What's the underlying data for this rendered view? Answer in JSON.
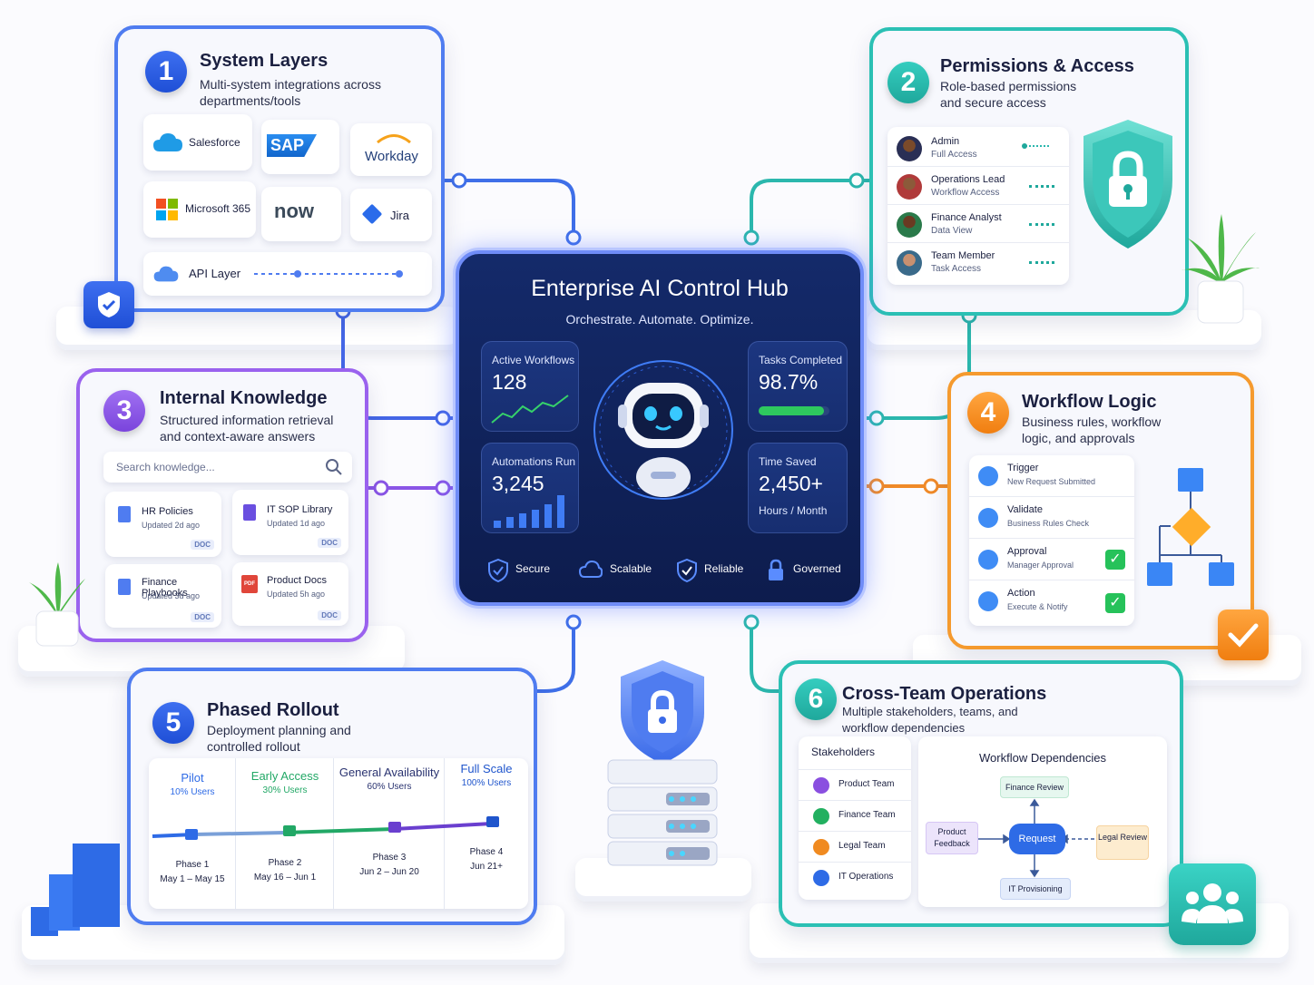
{
  "hub": {
    "title": "Enterprise AI Control Hub",
    "subtitle": "Orchestrate. Automate. Optimize.",
    "metrics": {
      "active_workflows": {
        "label": "Active Workflows",
        "value": "128"
      },
      "tasks_completed": {
        "label": "Tasks Completed",
        "value": "98.7%",
        "progress": 0.92
      },
      "automations_run": {
        "label": "Automations Run",
        "value": "3,245"
      },
      "time_saved": {
        "label": "Time Saved",
        "value": "2,450+",
        "unit": "Hours / Month"
      }
    },
    "features": [
      "Secure",
      "Scalable",
      "Reliable",
      "Governed"
    ]
  },
  "system_layers": {
    "number": "1",
    "title": "System Layers",
    "subtitle": "Multi-system integrations across departments/tools",
    "integrations": [
      "Salesforce",
      "SAP",
      "Workday",
      "Microsoft 365",
      "now",
      "Jira"
    ],
    "api_label": "API Layer"
  },
  "permissions": {
    "number": "2",
    "title": "Permissions & Access",
    "subtitle": "Role-based permissions and secure access",
    "roles": [
      {
        "name": "Admin",
        "access": "Full Access"
      },
      {
        "name": "Operations Lead",
        "access": "Workflow Access"
      },
      {
        "name": "Finance Analyst",
        "access": "Data View"
      },
      {
        "name": "Team Member",
        "access": "Task Access"
      }
    ]
  },
  "knowledge": {
    "number": "3",
    "title": "Internal Knowledge",
    "subtitle": "Structured information retrieval and context-aware answers",
    "search_placeholder": "Search knowledge...",
    "docs": [
      {
        "title": "HR Policies",
        "updated": "Updated 2d ago",
        "badge": "DOC"
      },
      {
        "title": "IT SOP Library",
        "updated": "Updated 1d ago",
        "badge": "DOC"
      },
      {
        "title": "Finance Playbooks",
        "updated": "Updated 3d ago",
        "badge": "DOC"
      },
      {
        "title": "Product Docs",
        "updated": "Updated 5h ago",
        "badge": "DOC"
      }
    ],
    "pdf_label": "PDF"
  },
  "workflow": {
    "number": "4",
    "title": "Workflow Logic",
    "subtitle": "Business rules, workflow logic, and approvals",
    "steps": [
      {
        "name": "Trigger",
        "detail": "New Request Submitted",
        "checked": false
      },
      {
        "name": "Validate",
        "detail": "Business Rules Check",
        "checked": false
      },
      {
        "name": "Approval",
        "detail": "Manager Approval",
        "checked": true
      },
      {
        "name": "Action",
        "detail": "Execute & Notify",
        "checked": true
      }
    ]
  },
  "rollout": {
    "number": "5",
    "title": "Phased Rollout",
    "subtitle": "Deployment planning and controlled rollout",
    "phases": [
      {
        "name": "Pilot",
        "users": "10% Users",
        "phase": "Phase 1",
        "dates": "May 1 – May 15",
        "color": "#2e6be6"
      },
      {
        "name": "Early Access",
        "users": "30% Users",
        "phase": "Phase 2",
        "dates": "May 16 – Jun 1",
        "color": "#22a866"
      },
      {
        "name": "General Availability",
        "users": "60% Users",
        "phase": "Phase 3",
        "dates": "Jun 2 – Jun 20",
        "color": "#6a3fcf"
      },
      {
        "name": "Full Scale",
        "users": "100% Users",
        "phase": "Phase 4",
        "dates": "Jun 21+",
        "color": "#1f55cc"
      }
    ]
  },
  "cross_team": {
    "number": "6",
    "title": "Cross-Team Operations",
    "subtitle": "Multiple stakeholders, teams, and workflow dependencies",
    "stakeholders_title": "Stakeholders",
    "stakeholders": [
      {
        "name": "Product Team",
        "color": "#8a4fe0"
      },
      {
        "name": "Finance Team",
        "color": "#22b060"
      },
      {
        "name": "Legal Team",
        "color": "#f08a20"
      },
      {
        "name": "IT Operations",
        "color": "#2e6be6"
      }
    ],
    "dependencies_title": "Workflow Dependencies",
    "nodes": {
      "finance": "Finance Review",
      "request": "Request",
      "product": "Product Feedback",
      "legal": "Legal Review",
      "it": "IT Provisioning"
    }
  }
}
